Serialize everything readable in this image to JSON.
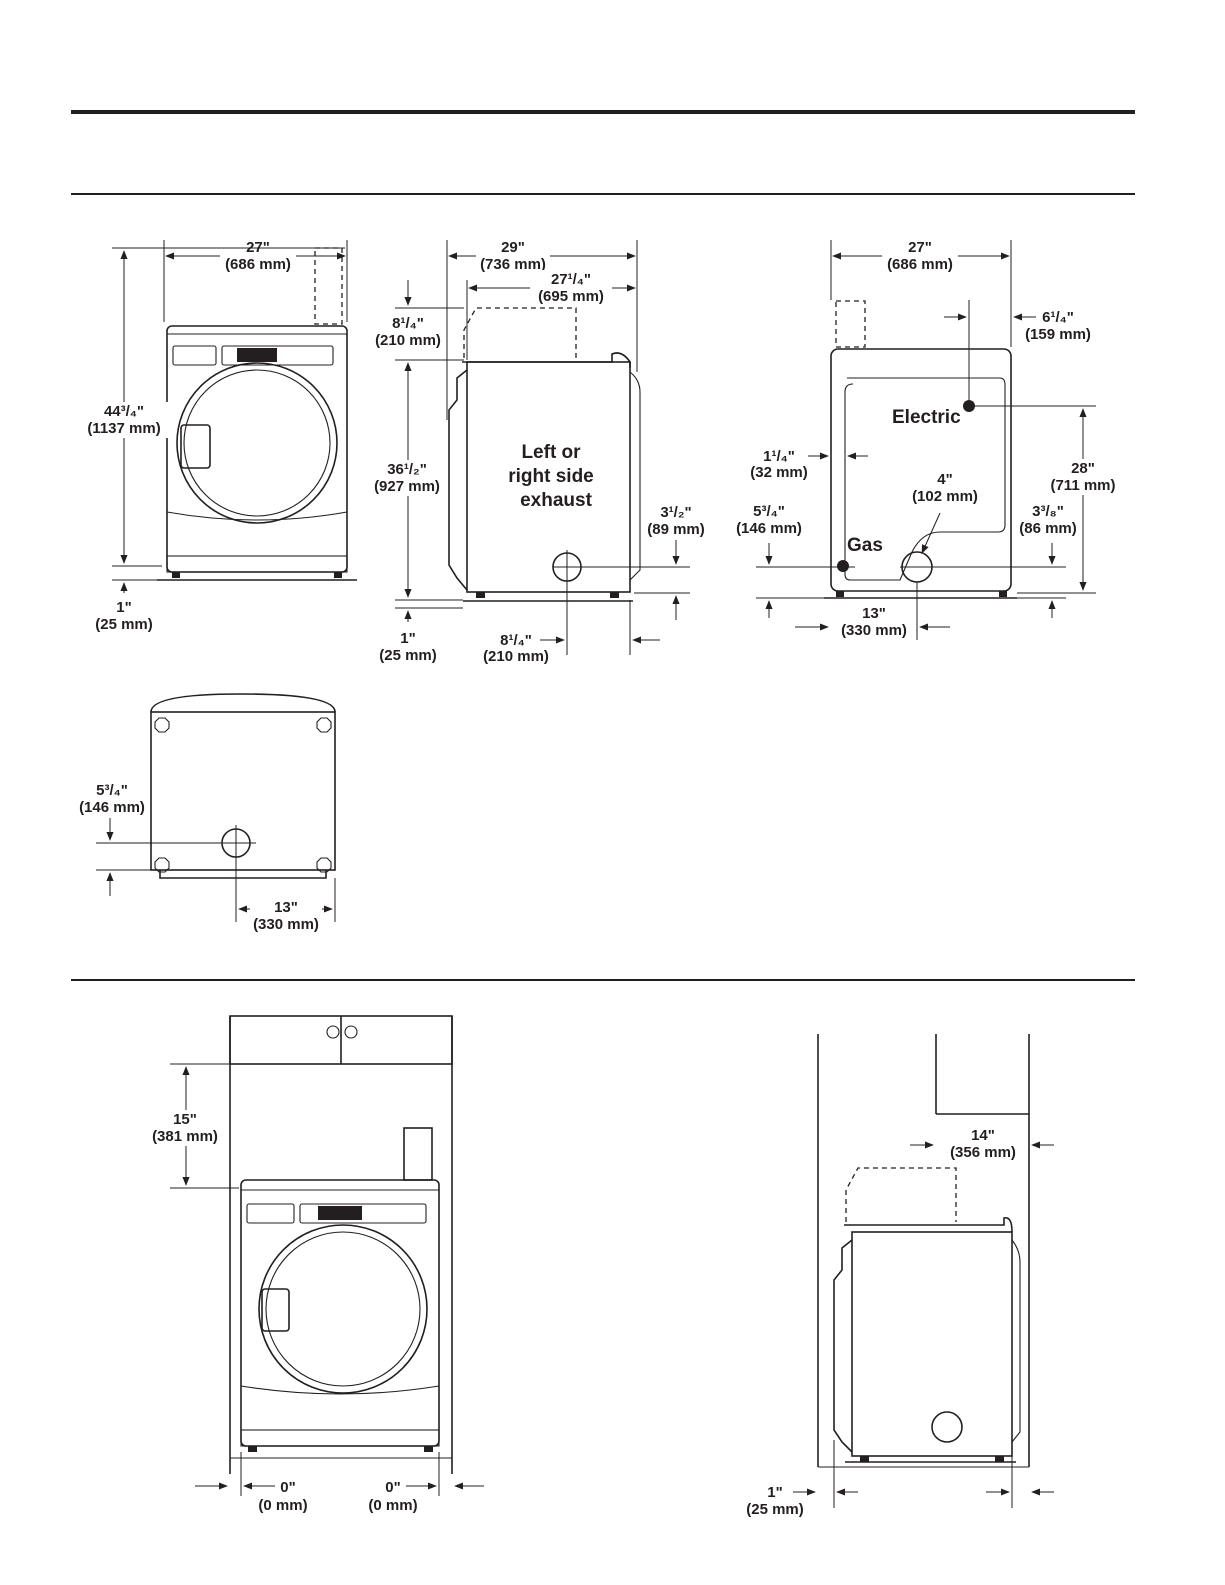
{
  "colors": {
    "ink": "#231f20",
    "paper": "#ffffff"
  },
  "front_view": {
    "width": {
      "inch": "27\"",
      "mm": "(686 mm)"
    },
    "height": {
      "inch": "44³/₄\"",
      "mm": "(1137 mm)"
    },
    "foot": {
      "inch": "1\"",
      "mm": "(25 mm)"
    }
  },
  "side_view": {
    "depth": {
      "inch": "29\"",
      "mm": "(736 mm)"
    },
    "body_depth": {
      "inch": "27¹/₄\"",
      "mm": "(695 mm)"
    },
    "vent_height": {
      "inch": "8¹/₄\"",
      "mm": "(210 mm)"
    },
    "cabinet_height": {
      "inch": "36¹/₂\"",
      "mm": "(927 mm)"
    },
    "exhaust_center_height": {
      "inch": "3¹/₂\"",
      "mm": "(89 mm)"
    },
    "foot": {
      "inch": "1\"",
      "mm": "(25 mm)"
    },
    "exhaust_from_rear": {
      "inch": "8¹/₄\"",
      "mm": "(210 mm)"
    },
    "exhaust_label": [
      "Left or",
      "right side",
      "exhaust"
    ]
  },
  "rear_view": {
    "width": {
      "inch": "27\"",
      "mm": "(686 mm)"
    },
    "electric_offset": {
      "inch": "6¹/₄\"",
      "mm": "(159 mm)"
    },
    "electric_label": "Electric",
    "electric_height": {
      "inch": "28\"",
      "mm": "(711 mm)"
    },
    "gas_offset": {
      "inch": "1¹/₄\"",
      "mm": "(32 mm)"
    },
    "vent_diameter": {
      "inch": "4\"",
      "mm": "(102 mm)"
    },
    "gas_height": {
      "inch": "5³/₄\"",
      "mm": "(146 mm)"
    },
    "gas_label": "Gas",
    "vent_height": {
      "inch": "3³/₈\"",
      "mm": "(86 mm)"
    },
    "vent_center": {
      "inch": "13\"",
      "mm": "(330 mm)"
    }
  },
  "bottom_view": {
    "vent_from_front": {
      "inch": "5³/₄\"",
      "mm": "(146 mm)"
    },
    "vent_center": {
      "inch": "13\"",
      "mm": "(330 mm)"
    }
  },
  "front_clearance": {
    "top_clearance": {
      "inch": "15\"",
      "mm": "(381 mm)"
    },
    "left_side": {
      "inch": "0\"",
      "mm": "(0 mm)"
    },
    "right_side": {
      "inch": "0\"",
      "mm": "(0 mm)"
    }
  },
  "side_clearance": {
    "cabinet_depth": {
      "inch": "14\"",
      "mm": "(356 mm)"
    },
    "rear": {
      "inch": "1\"",
      "mm": "(25 mm)"
    }
  }
}
